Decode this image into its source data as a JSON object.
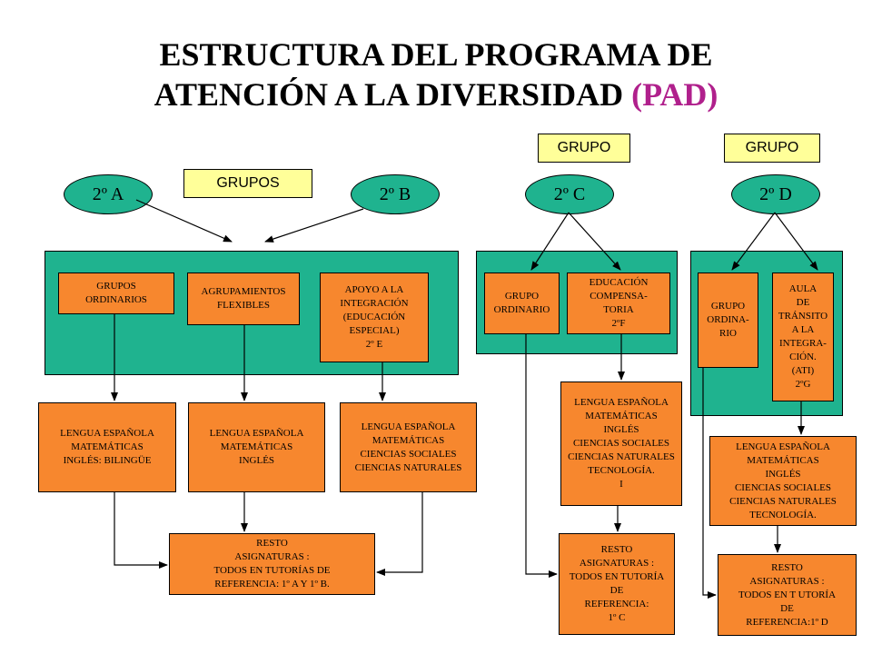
{
  "title": {
    "line1": "ESTRUCTURA DEL PROGRAMA DE",
    "line2": "ATENCIÓN A LA DIVERSIDAD",
    "abbr": "(PAD)"
  },
  "colors": {
    "panel": "#1fb38f",
    "box": "#f7872e",
    "label": "#ffff99",
    "accent": "#b0208c"
  },
  "labels": {
    "grupos": "GRUPOS",
    "grupo_c": "GRUPO",
    "grupo_d": "GRUPO"
  },
  "groups": {
    "a": "2º A",
    "b": "2º B",
    "c": "2º C",
    "d": "2º D"
  },
  "ab": {
    "ordinarios": "GRUPOS\nORDINARIOS",
    "flexibles": "AGRUPAMIENTOS\nFLEXIBLES",
    "apoyo": "APOYO A LA\nINTEGRACIÓN\n(EDUCACIÓN\nESPECIAL)\n2º E",
    "subj1": "LENGUA ESPAÑOLA\nMATEMÁTICAS\nINGLÉS: BILINGÜE",
    "subj2": "LENGUA ESPAÑOLA\nMATEMÁTICAS\nINGLÉS",
    "subj3": "LENGUA ESPAÑOLA\nMATEMÁTICAS\nCIENCIAS SOCIALES\nCIENCIAS NATURALES",
    "resto": "RESTO\nASIGNATURAS :\nTODOS EN TUTORÍAS DE\nREFERENCIA: 1º A Y 1º B."
  },
  "c": {
    "ordinario": "GRUPO\nORDINARIO",
    "compensa": "EDUCACIÓN\nCOMPENSA-\nTORIA\n2ºF",
    "subj": "LENGUA ESPAÑOLA\nMATEMÁTICAS\nINGLÉS\nCIENCIAS SOCIALES\nCIENCIAS NATURALES\nTECNOLOGÍA.\nI",
    "resto": "RESTO\nASIGNATURAS :\nTODOS EN TUTORÍA\nDE\nREFERENCIA:\n1º C"
  },
  "d": {
    "ordinario": "GRUPO\nORDINA-\nRIO",
    "ati": "AULA\nDE\nTRÁNSITO\nA LA\nINTEGRA-\nCIÓN.\n(ATI)\n2ºG",
    "subj": "LENGUA ESPAÑOLA\nMATEMÁTICAS\nINGLÉS\nCIENCIAS SOCIALES\nCIENCIAS NATURALES\nTECNOLOGÍA.",
    "resto": "RESTO\nASIGNATURAS :\nTODOS EN T UTORÍA\nDE\nREFERENCIA:1º D"
  }
}
